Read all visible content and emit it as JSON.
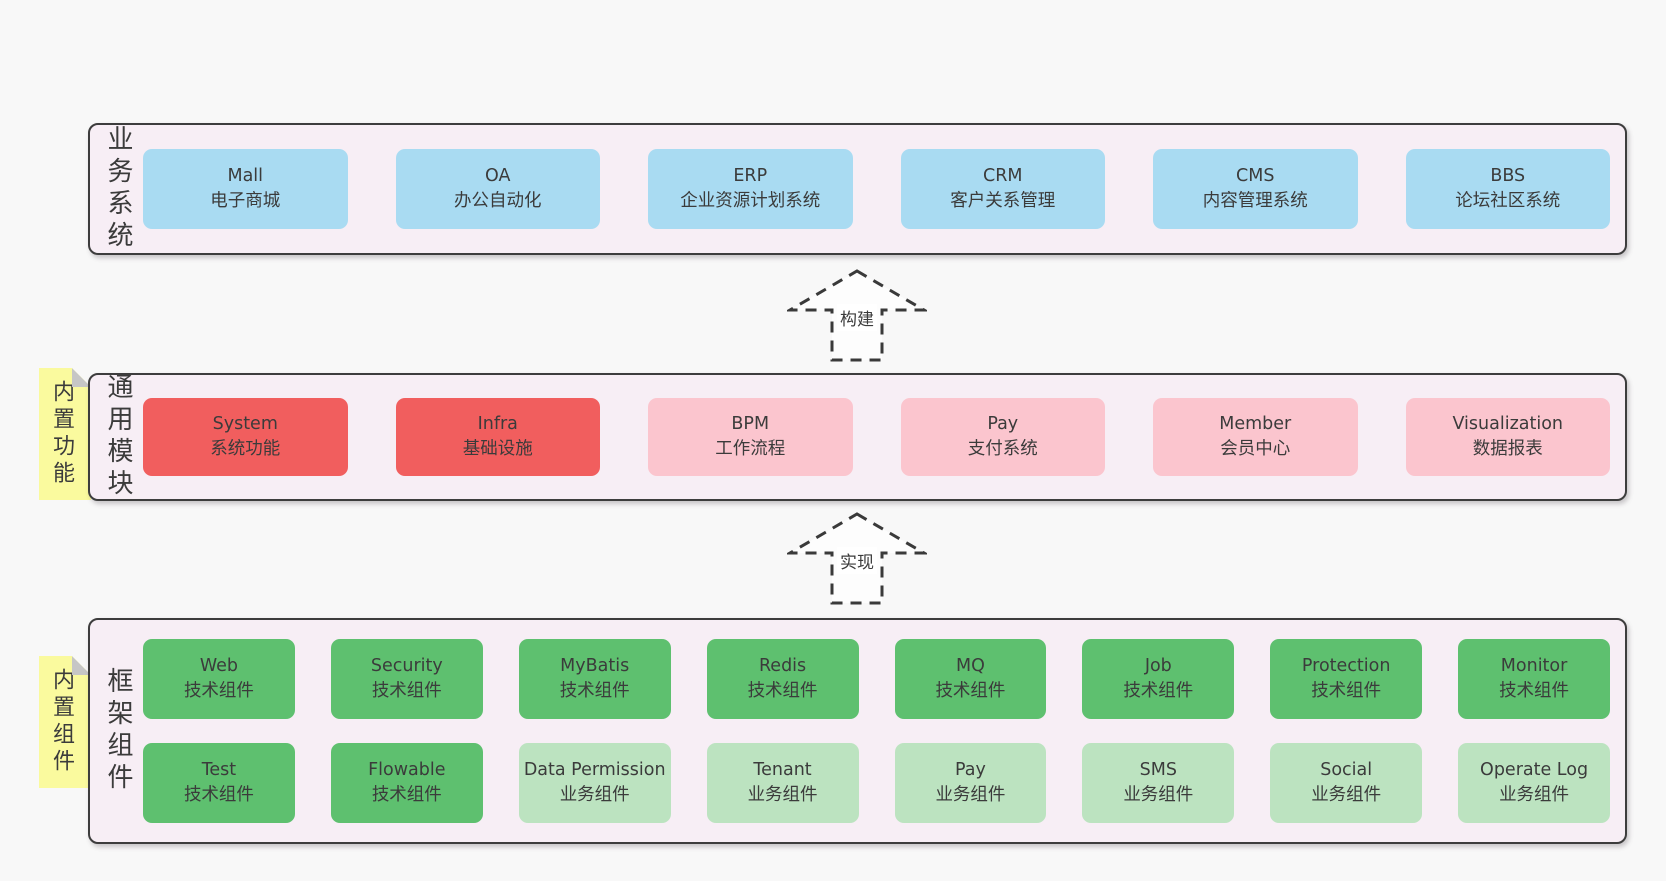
{
  "colors": {
    "page_bg": "#f8f8f8",
    "layer_bg": "#f7eef5",
    "layer_border": "#3d3d3d",
    "blue_box": "#a9dbf2",
    "red_box": "#f15e5e",
    "pink_box": "#fbc5ce",
    "green_box": "#5ec06f",
    "light_green_box": "#bce3c0",
    "note_bg": "#fafa9e",
    "note_fold": "#c6c6c6",
    "text": "#3b3b3b"
  },
  "notes": [
    {
      "text": "内置功能"
    },
    {
      "text": "内置组件"
    }
  ],
  "arrows": [
    {
      "label": "构建"
    },
    {
      "label": "实现"
    }
  ],
  "layers": {
    "business": {
      "label": "业务系统",
      "boxes": [
        {
          "name": "Mall",
          "desc": "电子商城"
        },
        {
          "name": "OA",
          "desc": "办公自动化"
        },
        {
          "name": "ERP",
          "desc": "企业资源计划系统"
        },
        {
          "name": "CRM",
          "desc": "客户关系管理"
        },
        {
          "name": "CMS",
          "desc": "内容管理系统"
        },
        {
          "name": "BBS",
          "desc": "论坛社区系统"
        }
      ]
    },
    "modules": {
      "label": "通用模块",
      "boxes": [
        {
          "name": "System",
          "desc": "系统功能"
        },
        {
          "name": "Infra",
          "desc": "基础设施"
        },
        {
          "name": "BPM",
          "desc": "工作流程"
        },
        {
          "name": "Pay",
          "desc": "支付系统"
        },
        {
          "name": "Member",
          "desc": "会员中心"
        },
        {
          "name": "Visualization",
          "desc": "数据报表"
        }
      ]
    },
    "components": {
      "label": "框架组件",
      "row1": [
        {
          "name": "Web",
          "desc": "技术组件"
        },
        {
          "name": "Security",
          "desc": "技术组件"
        },
        {
          "name": "MyBatis",
          "desc": "技术组件"
        },
        {
          "name": "Redis",
          "desc": "技术组件"
        },
        {
          "name": "MQ",
          "desc": "技术组件"
        },
        {
          "name": "Job",
          "desc": "技术组件"
        },
        {
          "name": "Protection",
          "desc": "技术组件"
        },
        {
          "name": "Monitor",
          "desc": "技术组件"
        }
      ],
      "row2": [
        {
          "name": "Test",
          "desc": "技术组件"
        },
        {
          "name": "Flowable",
          "desc": "技术组件"
        },
        {
          "name": "Data Permission",
          "desc": "业务组件"
        },
        {
          "name": "Tenant",
          "desc": "业务组件"
        },
        {
          "name": "Pay",
          "desc": "业务组件"
        },
        {
          "name": "SMS",
          "desc": "业务组件"
        },
        {
          "name": "Social",
          "desc": "业务组件"
        },
        {
          "name": "Operate Log",
          "desc": "业务组件"
        }
      ]
    }
  }
}
